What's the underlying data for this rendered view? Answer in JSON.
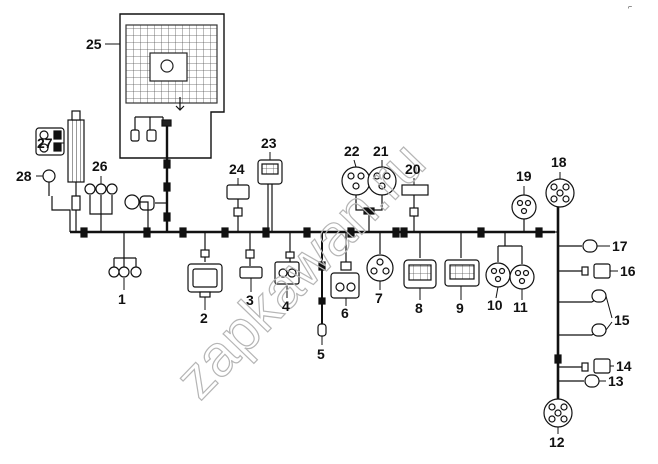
{
  "watermark": "zapkawan.ru",
  "corner_mark": "⌐",
  "callouts": [
    {
      "id": "c1",
      "label": "1"
    },
    {
      "id": "c2",
      "label": "2"
    },
    {
      "id": "c3",
      "label": "3"
    },
    {
      "id": "c4",
      "label": "4"
    },
    {
      "id": "c5",
      "label": "5"
    },
    {
      "id": "c6",
      "label": "6"
    },
    {
      "id": "c7",
      "label": "7"
    },
    {
      "id": "c8",
      "label": "8"
    },
    {
      "id": "c9",
      "label": "9"
    },
    {
      "id": "c10",
      "label": "10"
    },
    {
      "id": "c11",
      "label": "11"
    },
    {
      "id": "c12",
      "label": "12"
    },
    {
      "id": "c13",
      "label": "13"
    },
    {
      "id": "c14",
      "label": "14"
    },
    {
      "id": "c15",
      "label": "15"
    },
    {
      "id": "c16",
      "label": "16"
    },
    {
      "id": "c17",
      "label": "17"
    },
    {
      "id": "c18",
      "label": "18"
    },
    {
      "id": "c19",
      "label": "19"
    },
    {
      "id": "c20",
      "label": "20"
    },
    {
      "id": "c21",
      "label": "21"
    },
    {
      "id": "c22",
      "label": "22"
    },
    {
      "id": "c23",
      "label": "23"
    },
    {
      "id": "c24",
      "label": "24"
    },
    {
      "id": "c25",
      "label": "25"
    },
    {
      "id": "c26",
      "label": "26"
    },
    {
      "id": "c27",
      "label": "27"
    },
    {
      "id": "c28",
      "label": "28"
    }
  ]
}
